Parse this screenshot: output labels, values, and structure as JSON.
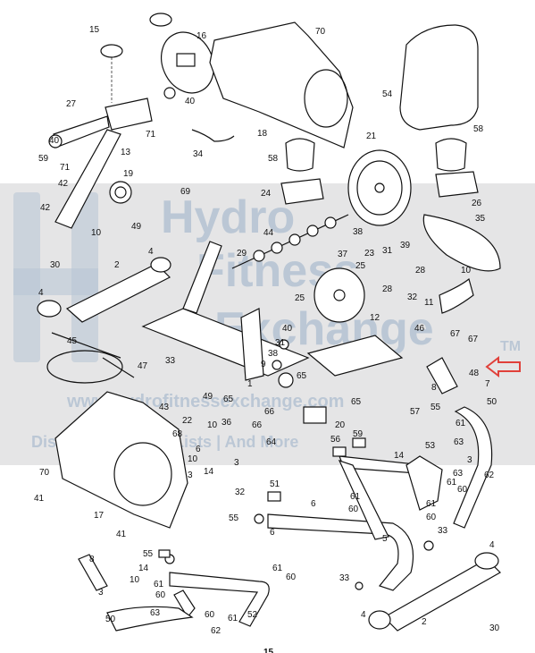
{
  "diagram": {
    "page_number": "15",
    "watermark": {
      "line1": "Hydro",
      "line2": "Fitness",
      "line3": "Exchange",
      "trademark": "TM",
      "url": "www.hydrofitnessexchange.com",
      "tagline": "Discount Fitness | Lists | And More"
    },
    "accent_color": "#e0403a",
    "arrow_target_part": "48"
  }
}
